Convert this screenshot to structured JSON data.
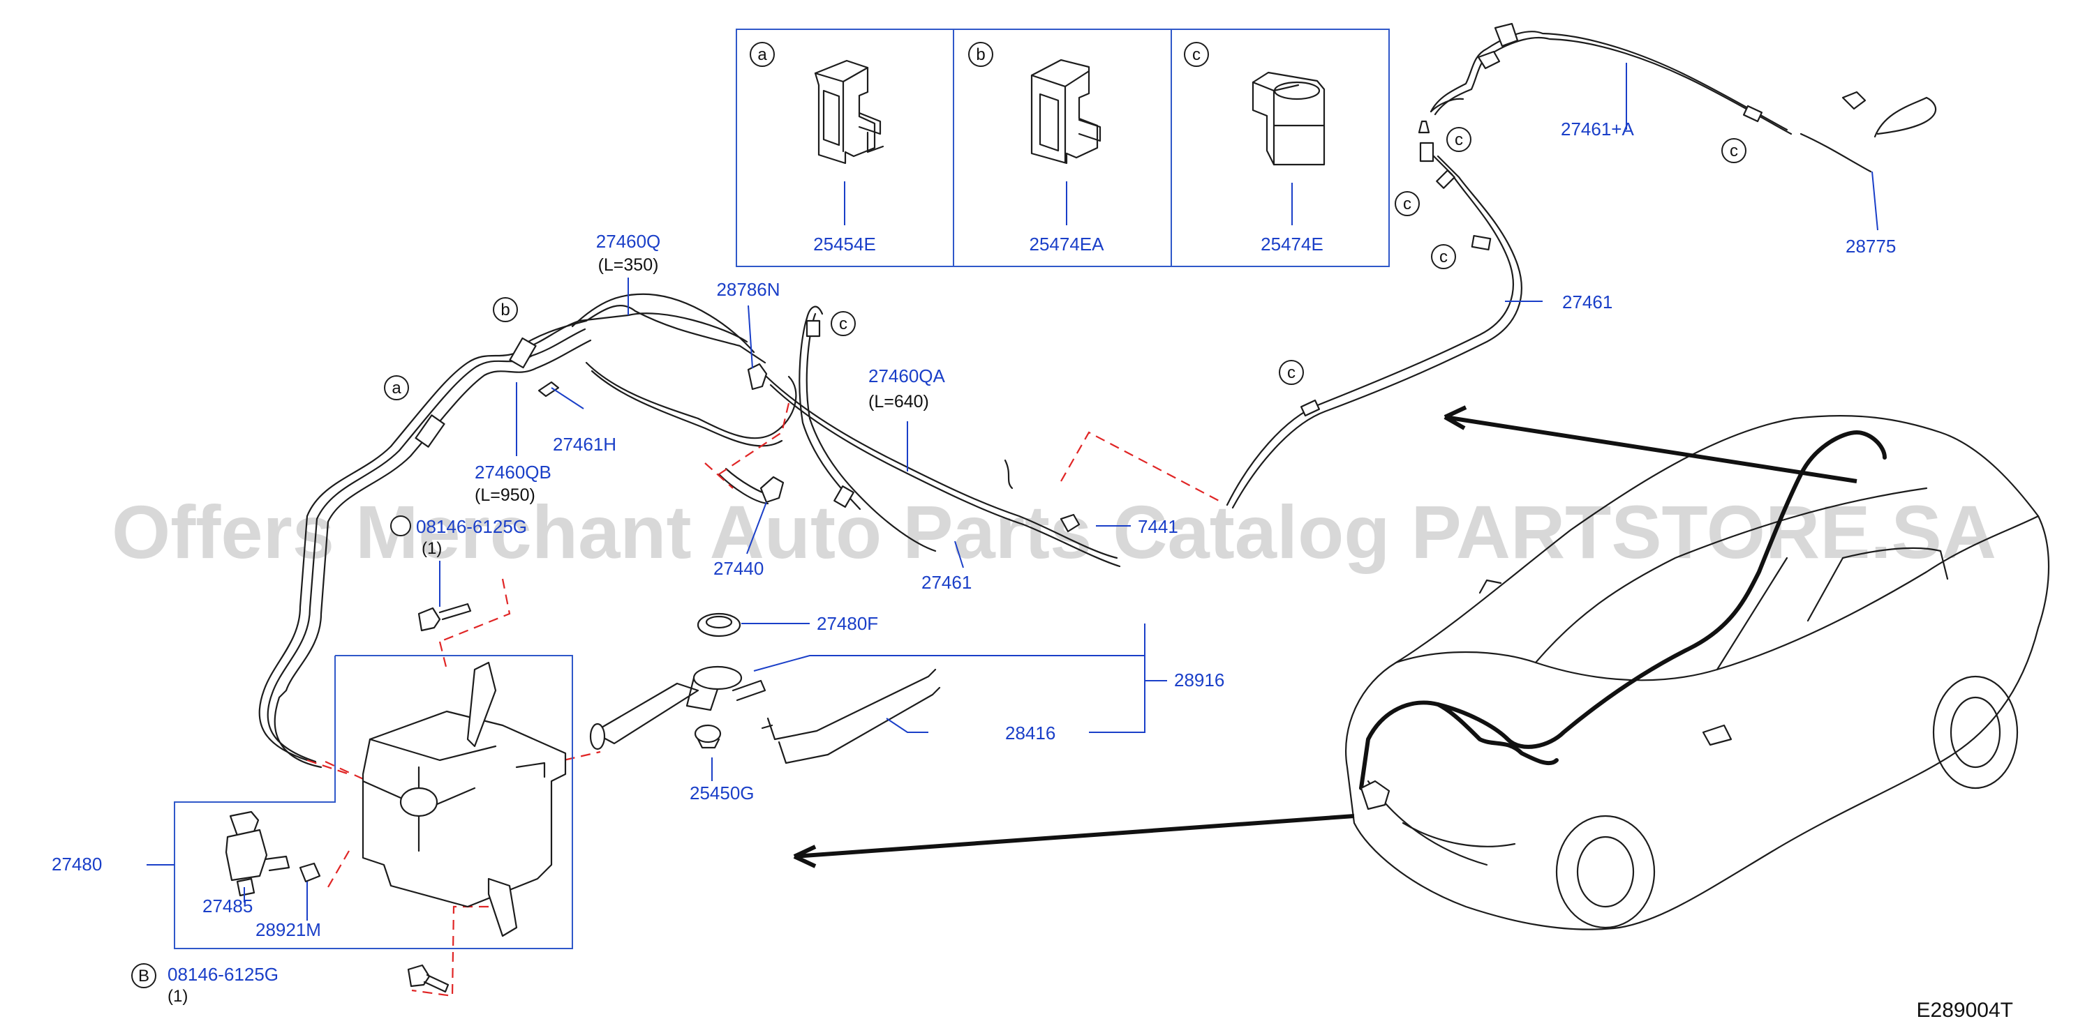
{
  "diagram_code": "E289004T",
  "watermark": "Offers Merchant Auto Parts Catalog PARTSTORE.SA",
  "clip_types": [
    {
      "letter": "a",
      "part": "25454E"
    },
    {
      "letter": "b",
      "part": "25474EA"
    },
    {
      "letter": "c",
      "part": "25474E"
    }
  ],
  "callout_letters": {
    "a": "a",
    "b": "b",
    "c": "c",
    "bolt_ref": "B"
  },
  "parts": {
    "p27460q": "27460Q",
    "p27460q_len": "(L=350)",
    "p28786n": "28786N",
    "p27460qa": "27460QA",
    "p27460qa_len": "(L=640)",
    "p27461h": "27461H",
    "p27460qb": "27460QB",
    "p27460qb_len": "(L=950)",
    "p_bolt_upper": "08146-6125G",
    "p_bolt_upper_qty": "(1)",
    "p27440": "27440",
    "p27461_lower": "27461",
    "p_partial": "7441",
    "p27480f": "27480F",
    "p28916": "28916",
    "p28416": "28416",
    "p25450g": "25450G",
    "p27480": "27480",
    "p27485": "27485",
    "p28921m": "28921M",
    "p_bolt_lower": "08146-6125G",
    "p_bolt_lower_qty": "(1)",
    "p27461a": "27461+A",
    "p28775": "28775",
    "p27461_upper": "27461"
  }
}
